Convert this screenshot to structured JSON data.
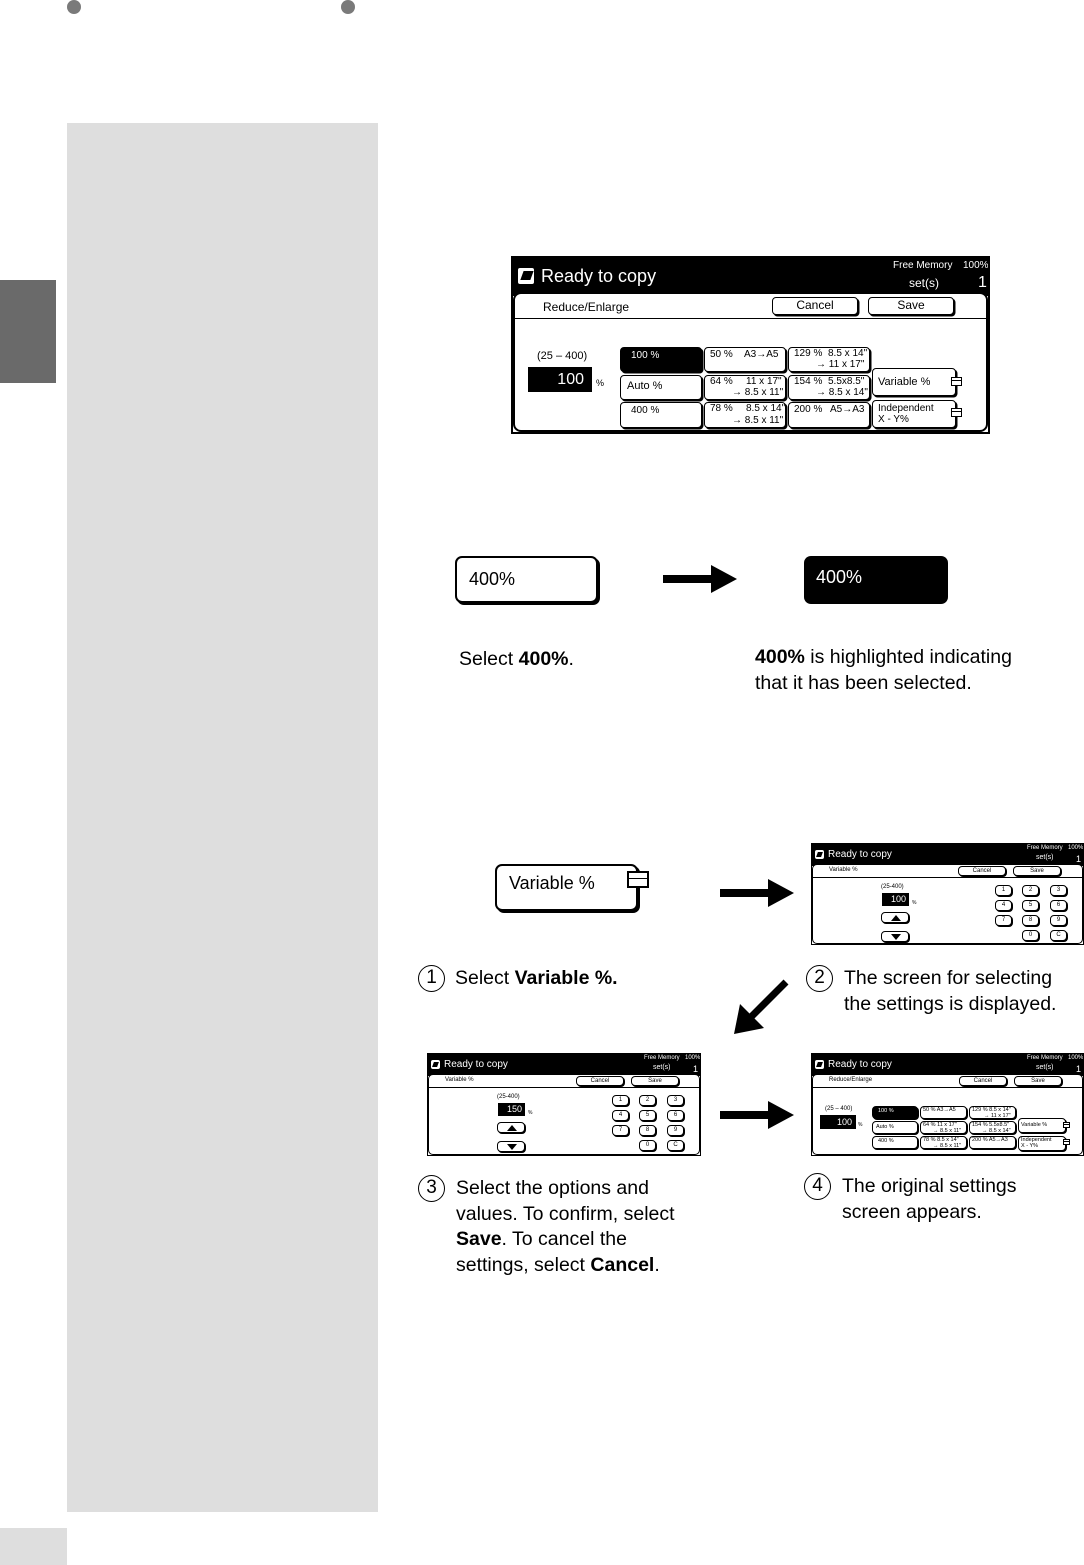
{
  "main_screen": {
    "title": "Ready to copy",
    "free_memory_label": "Free Memory",
    "free_memory_value": "100%",
    "sets_label": "set(s)",
    "sets_value": "1",
    "panel_label": "Reduce/Enlarge",
    "cancel_label": "Cancel",
    "save_label": "Save",
    "range_label": "(25 – 400)",
    "value": "100",
    "unit": "%",
    "preset_100": "100 %",
    "preset_auto": "Auto %",
    "preset_400": "400 %",
    "opt_50_pct": "50 %",
    "opt_50_conv": "A3→A5",
    "opt_64_pct": "64 %",
    "opt_64_from": "11 x 17\"",
    "opt_64_to": "→ 8.5 x 11\"",
    "opt_78_pct": "78 %",
    "opt_78_from": "8.5 x 14\"",
    "opt_78_to": "→ 8.5 x 11\"",
    "opt_129_pct": "129 %",
    "opt_129_from": "8.5 x 14\"",
    "opt_129_to": "→ 11 x 17\"",
    "opt_154_pct": "154 %",
    "opt_154_from": "5.5x8.5\"",
    "opt_154_to": "→ 8.5 x 14\"",
    "opt_200_pct": "200 %",
    "opt_200_conv": "A5→A3",
    "variable_label": "Variable %",
    "independent_line1": "Independent",
    "independent_line2": "X - Y%"
  },
  "example": {
    "before_button": "400%",
    "after_button": "400%",
    "caption_left_prefix": "Select ",
    "caption_left_bold": "400%",
    "caption_left_suffix": ".",
    "caption_right_bold": "400%",
    "caption_right_line1": " is highlighted indicating",
    "caption_right_line2": "that it has been selected."
  },
  "flow": {
    "variable_button": "Variable %",
    "step1_num": "1",
    "step1_prefix": "Select ",
    "step1_bold": "Variable %.",
    "step2_num": "2",
    "step2_line1": "The screen for selecting",
    "step2_line2": "the settings is displayed.",
    "step3_num": "3",
    "step3_line1": "Select the options and",
    "step3_line2": "values.  To confirm, select",
    "step3_bold1": "Save",
    "step3_line3_rest": ".  To cancel the",
    "step3_line4_prefix": "settings, select ",
    "step3_bold2": "Cancel",
    "step3_line4_suffix": ".",
    "step4_num": "4",
    "step4_line1": "The original settings",
    "step4_line2": "screen appears."
  },
  "small_var_screen_a": {
    "title": "Ready to copy",
    "free_memory": "Free Memory",
    "free_memory_value": "100%",
    "sets_label": "set(s)",
    "sets_value": "1",
    "panel_label": "Variable %",
    "cancel_label": "Cancel",
    "save_label": "Save",
    "range_label": "(25-400)",
    "value": "100",
    "unit": "%",
    "keys": [
      "1",
      "2",
      "3",
      "4",
      "5",
      "6",
      "7",
      "8",
      "9",
      "0",
      "C"
    ]
  },
  "small_var_screen_b": {
    "title": "Ready to copy",
    "free_memory": "Free Memory",
    "free_memory_value": "100%",
    "sets_label": "set(s)",
    "sets_value": "1",
    "panel_label": "Variable %",
    "cancel_label": "Cancel",
    "save_label": "Save",
    "range_label": "(25-400)",
    "value": "150",
    "unit": "%",
    "keys": [
      "1",
      "2",
      "3",
      "4",
      "5",
      "6",
      "7",
      "8",
      "9",
      "0",
      "C"
    ]
  },
  "small_re_screen": {
    "title": "Ready to copy",
    "free_memory": "Free Memory",
    "free_memory_value": "100%",
    "sets_label": "set(s)",
    "sets_value": "1",
    "panel_label": "Reduce/Enlarge",
    "cancel_label": "Cancel",
    "save_label": "Save",
    "range_label": "(25 – 400)",
    "value": "100",
    "unit": "%",
    "preset_100": "100 %",
    "preset_auto": "Auto %",
    "preset_400": "400 %",
    "opt_50": "50 %   A3→A5",
    "opt_64_a": "64 %   11 x 17\"",
    "opt_64_b": "→ 8.5 x 11\"",
    "opt_78_a": "78 %   8.5 x 14\"",
    "opt_78_b": "→ 8.5 x 11\"",
    "opt_129_a": "129 %  8.5 x 14\"",
    "opt_129_b": "→ 11 x 17\"",
    "opt_154_a": "154 %  5.5x8.5\"",
    "opt_154_b": "→ 8.5 x 14\"",
    "opt_200": "200 %  A5→A3",
    "variable": "Variable %",
    "independent_a": "Independent",
    "independent_b": "X - Y%"
  },
  "colors": {
    "sidebar": "#dedede",
    "tab": "#6a6a6a",
    "dots": "#7a7a7a"
  }
}
